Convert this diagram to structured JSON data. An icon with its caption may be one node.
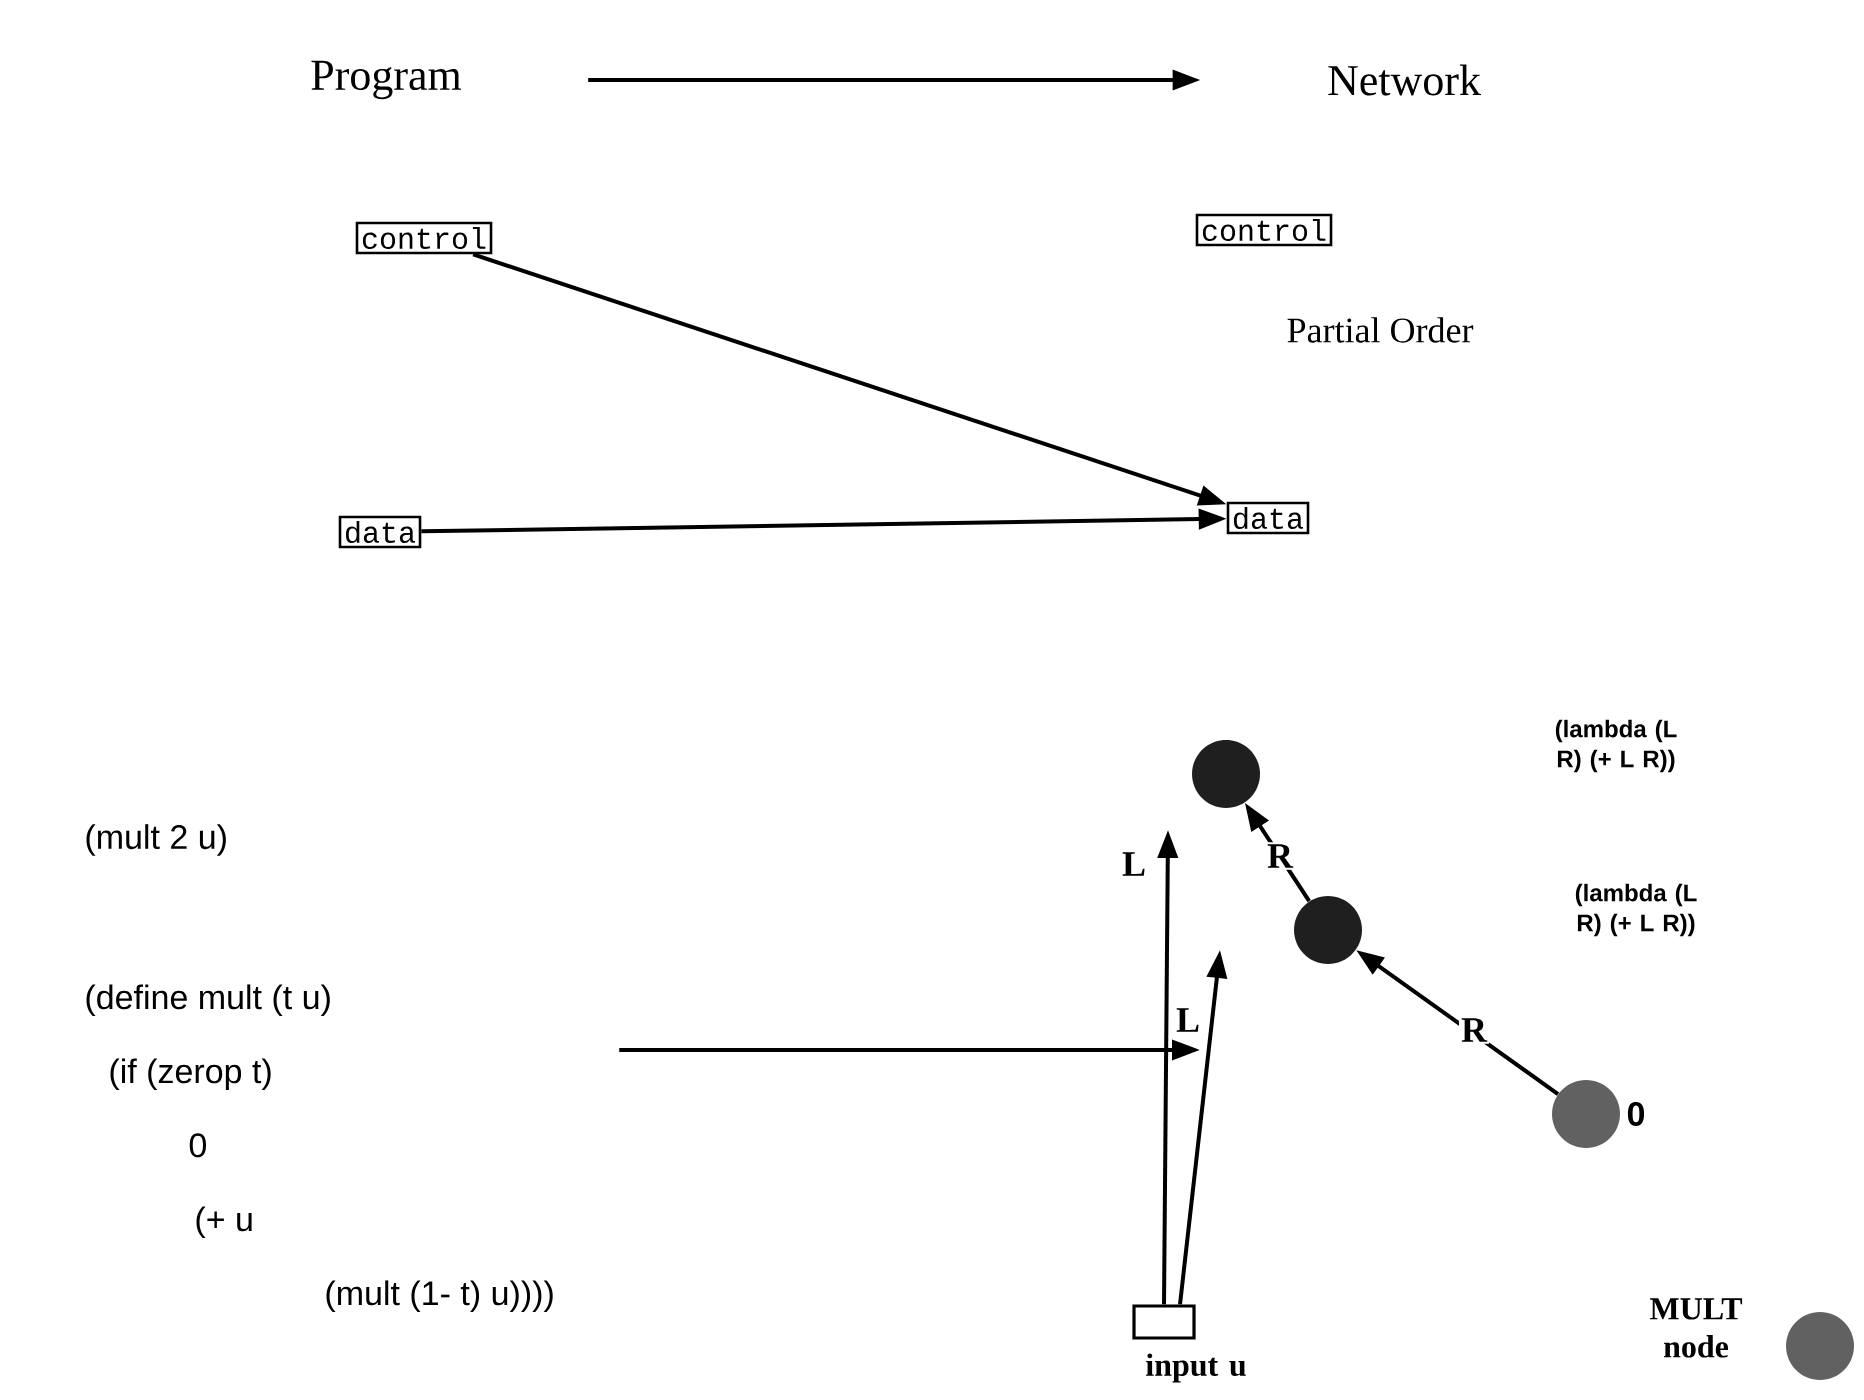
{
  "diagram": {
    "nodes": [
      {
        "text": [
          "Program"
        ]
      },
      {
        "text": [
          "Network"
        ]
      },
      {
        "text": [
          "control"
        ]
      },
      {
        "text": [
          "data"
        ]
      },
      {
        "text": [
          "control"
        ]
      },
      {
        "text": [
          "data"
        ]
      },
      {
        "text": [
          "(mult 2 u)"
        ]
      },
      {
        "text": [
          "(define mult (t u)",
          "(if (zerop t)",
          "0",
          "(+ u",
          "(mult (1- t) u))))"
        ]
      },
      {
        "text": [],
        "shape": "circle"
      },
      {
        "text": [],
        "shape": "circle"
      },
      {
        "text": [],
        "shape": "circle",
        "beside": [
          "0"
        ]
      },
      {
        "text": [],
        "shape": "box",
        "beside": [
          "input u"
        ]
      },
      {
        "text": [],
        "shape": "circle",
        "beside": [
          "MULT node"
        ]
      }
    ],
    "edges": [
      {
        "from": 0,
        "to": 1,
        "arrow": "to"
      },
      {
        "from": 2,
        "to": 5,
        "arrow": "to"
      },
      {
        "from": 3,
        "to": 5,
        "arrow": "to"
      },
      {
        "from": 7,
        "to": null,
        "arrow": "to"
      },
      {
        "from": 9,
        "to": 8,
        "arrow": "to",
        "label": "R"
      },
      {
        "from": 11,
        "to": 8,
        "arrow": "to",
        "label": "L"
      },
      {
        "from": 11,
        "to": 9,
        "arrow": "to",
        "label": "L"
      },
      {
        "from": 10,
        "to": 9,
        "arrow": "to",
        "label": "R"
      }
    ],
    "labels": [
      "Partial Order",
      "(lambda (L R) (+ L R))",
      "(lambda (L R) (+ L R))"
    ]
  }
}
